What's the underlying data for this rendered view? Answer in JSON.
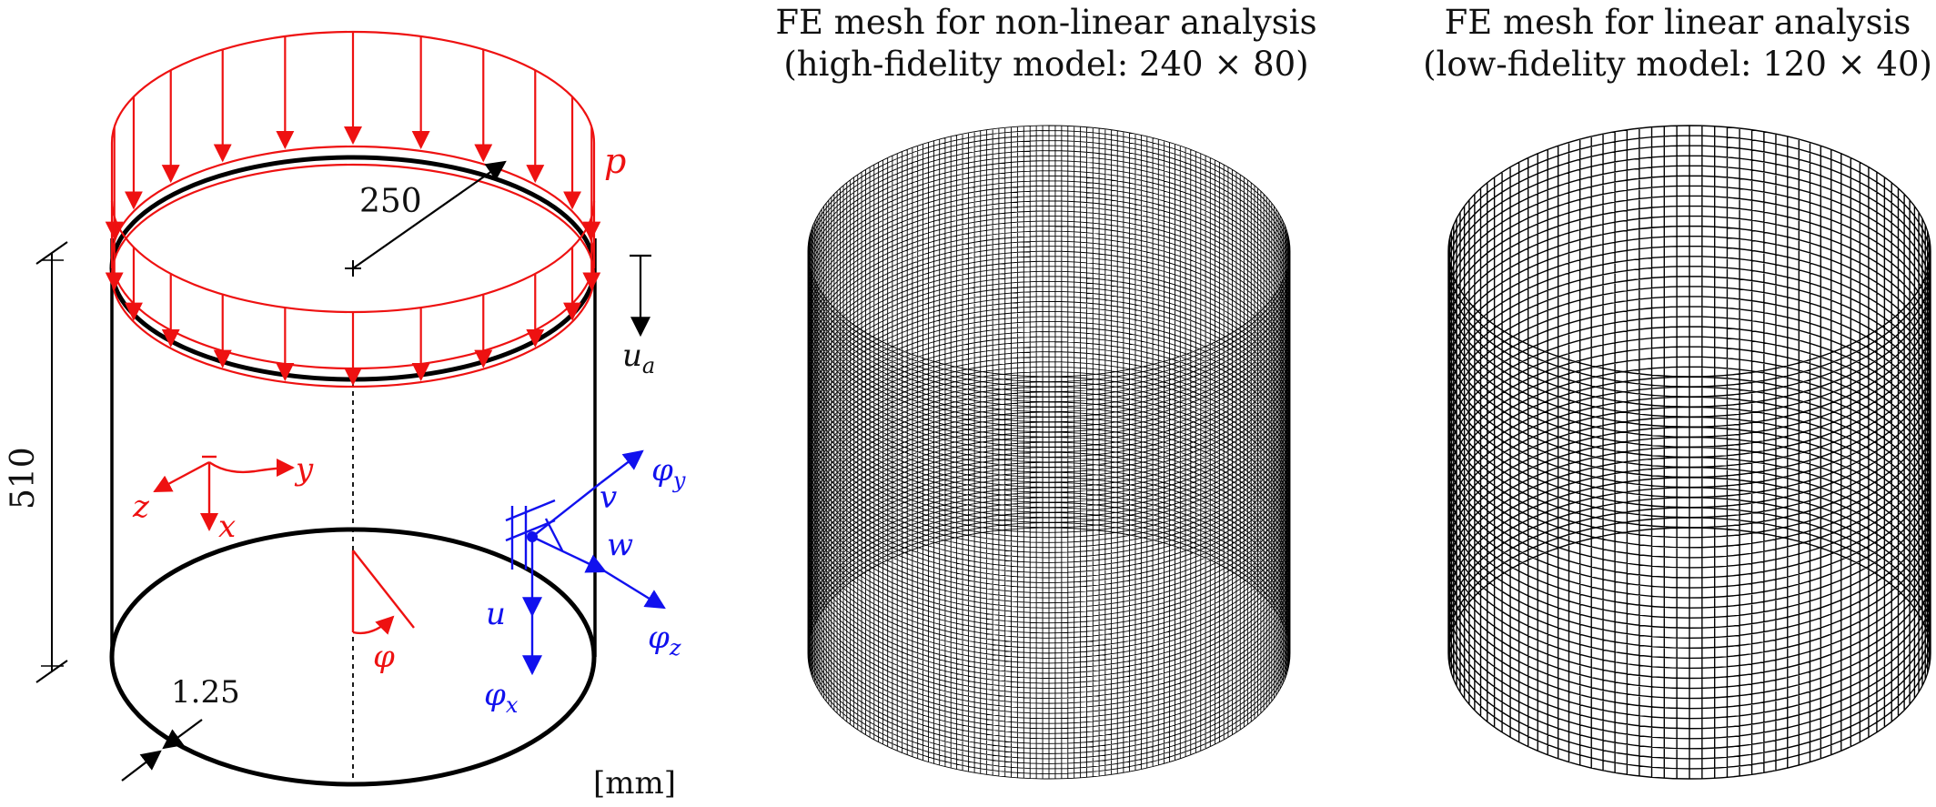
{
  "panels": {
    "schematic": {
      "labels": {
        "pressure": "p",
        "radius": "250",
        "height": "510",
        "thickness": "1.25",
        "axial_displacement": "u",
        "axial_displacement_sub": "a",
        "unit": "[mm]",
        "axis_x": "x",
        "axis_y": "y",
        "axis_z": "z",
        "angle": "φ",
        "dof_u": "u",
        "dof_v": "v",
        "dof_w": "w",
        "rot_x": "φ",
        "rot_x_sub": "x",
        "rot_y": "φ",
        "rot_y_sub": "y",
        "rot_z": "φ",
        "rot_z_sub": "z"
      }
    },
    "mesh_high": {
      "title_line1": "FE mesh for non-linear analysis",
      "title_line2": "(high-fidelity model: 240 × 80)",
      "circumferential_elements": 240,
      "axial_elements": 80
    },
    "mesh_low": {
      "title_line1": "FE mesh for linear analysis",
      "title_line2": "(low-fidelity model: 120 × 40)",
      "circumferential_elements": 120,
      "axial_elements": 40
    }
  },
  "colors": {
    "load": "#ee1111",
    "dof": "#1111ee",
    "ink": "#000000"
  }
}
